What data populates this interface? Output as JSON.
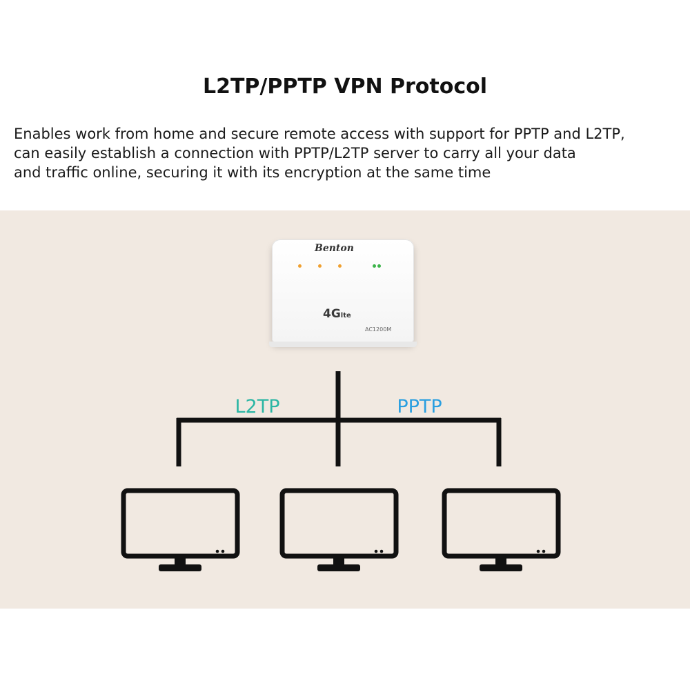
{
  "header": {
    "title": "L2TP/PPTP VPN Protocol",
    "description_lines": [
      "Enables work from home and secure remote access with support for PPTP and L2TP,",
      "can easily establish a connection with PPTP/L2TP server to carry all your data",
      "and traffic online, securing it with its encryption at the same time"
    ]
  },
  "router": {
    "brand": "Benton",
    "badge": "4G",
    "badge_suffix": "lte",
    "model": "AC1200M",
    "led_colors": [
      "#f0a030",
      "#f0a030",
      "#f0a030",
      "#3cb44a",
      "#3cb44a"
    ]
  },
  "diagram": {
    "left_label": "L2TP",
    "right_label": "PPTP",
    "left_label_color": "#2bb6a4",
    "right_label_color": "#2a9fe0",
    "line_color": "#111111",
    "monitor_count": 3
  },
  "colors": {
    "panel_background": "#f1e9e1",
    "page_background": "#ffffff"
  }
}
